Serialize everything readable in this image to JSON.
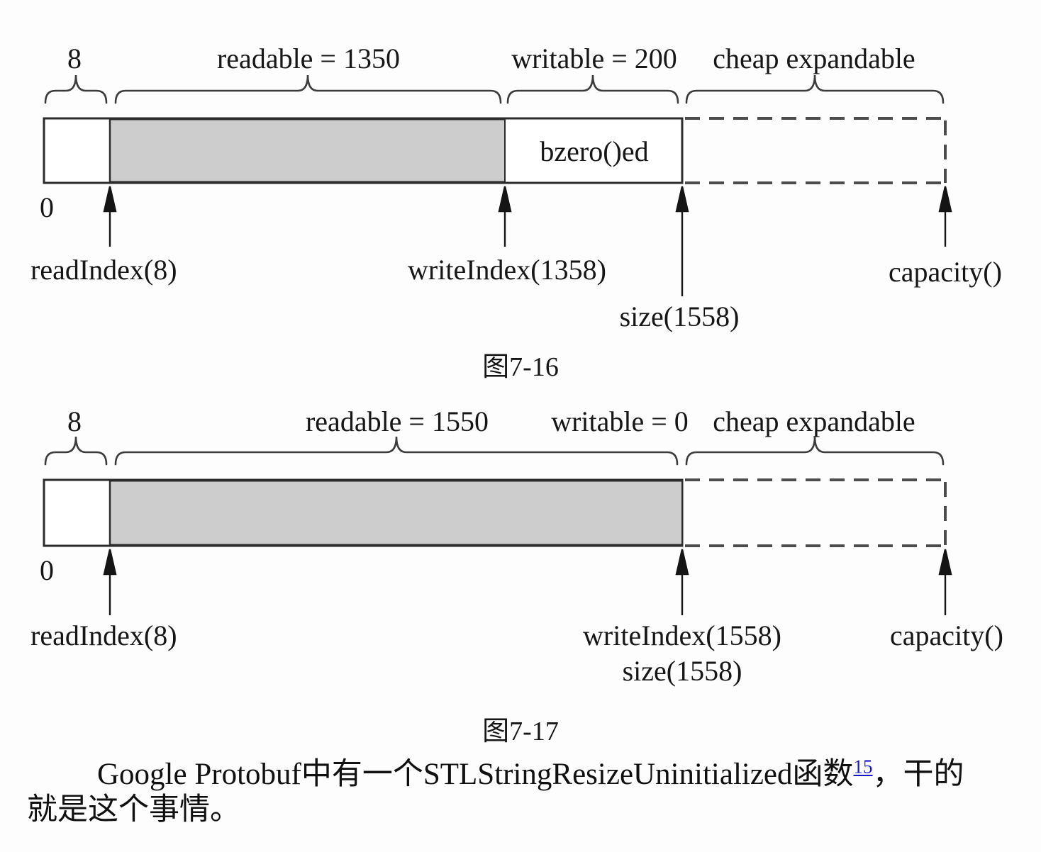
{
  "figures": [
    {
      "id": "fig-7-16",
      "caption": "图7-16",
      "top_labels": {
        "prepend": "8",
        "readable": "readable = 1350",
        "writable": "writable = 200",
        "expandable": "cheap expandable"
      },
      "region_label": "bzero()ed",
      "origin_label": "0",
      "pointer_labels": {
        "read_index": "readIndex(8)",
        "write_index": "writeIndex(1358)",
        "size": "size(1558)",
        "capacity": "capacity()"
      }
    },
    {
      "id": "fig-7-17",
      "caption": "图7-17",
      "top_labels": {
        "prepend": "8",
        "readable": "readable = 1550",
        "writable": "writable = 0",
        "expandable": "cheap expandable"
      },
      "origin_label": "0",
      "pointer_labels": {
        "read_index": "readIndex(8)",
        "write_index": "writeIndex(1558)",
        "size": "size(1558)",
        "capacity": "capacity()"
      }
    }
  ],
  "paragraph": {
    "line1_text": "Google Protobuf中有一个STLStringResizeUninitialized函数",
    "footnote_ref": "15",
    "line1_tail": "，干的",
    "line2": "就是这个事情。"
  },
  "colors": {
    "region_fill": "#cdcdcd",
    "line": "#2b2b2b",
    "dash": "#4d4d4d",
    "link": "#1515cc"
  }
}
